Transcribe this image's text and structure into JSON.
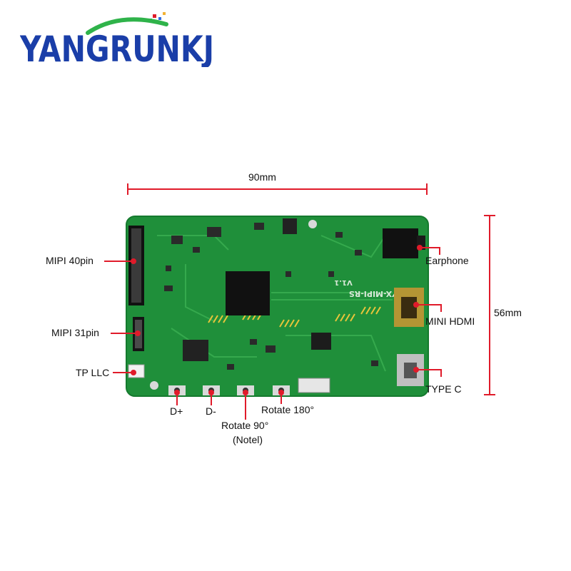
{
  "brand": {
    "logo_text": "YANGRUNKJ",
    "color_blue": "#1a3ea8",
    "color_green": "#2fb34a"
  },
  "dimensions": {
    "width": "90mm",
    "height": "56mm"
  },
  "board": {
    "silkscreen_model": "YX-MIPI-RS",
    "silkscreen_version": "V1.1",
    "pcb_color": "#1f8f3a"
  },
  "connectors": {
    "mipi40": "MIPI 40pin",
    "mipi31": "MIPI 31pin",
    "tp": "TP LLC",
    "earphone": "Earphone",
    "hdmi": "MINI HDMI",
    "typec": "TYPE C"
  },
  "buttons": {
    "dplus": "D+",
    "dminus": "D-",
    "rot90": "Rotate 90°",
    "rot90_note": "(Notel)",
    "rot180": "Rotate 180°"
  },
  "marker_color": "#e01b2a"
}
